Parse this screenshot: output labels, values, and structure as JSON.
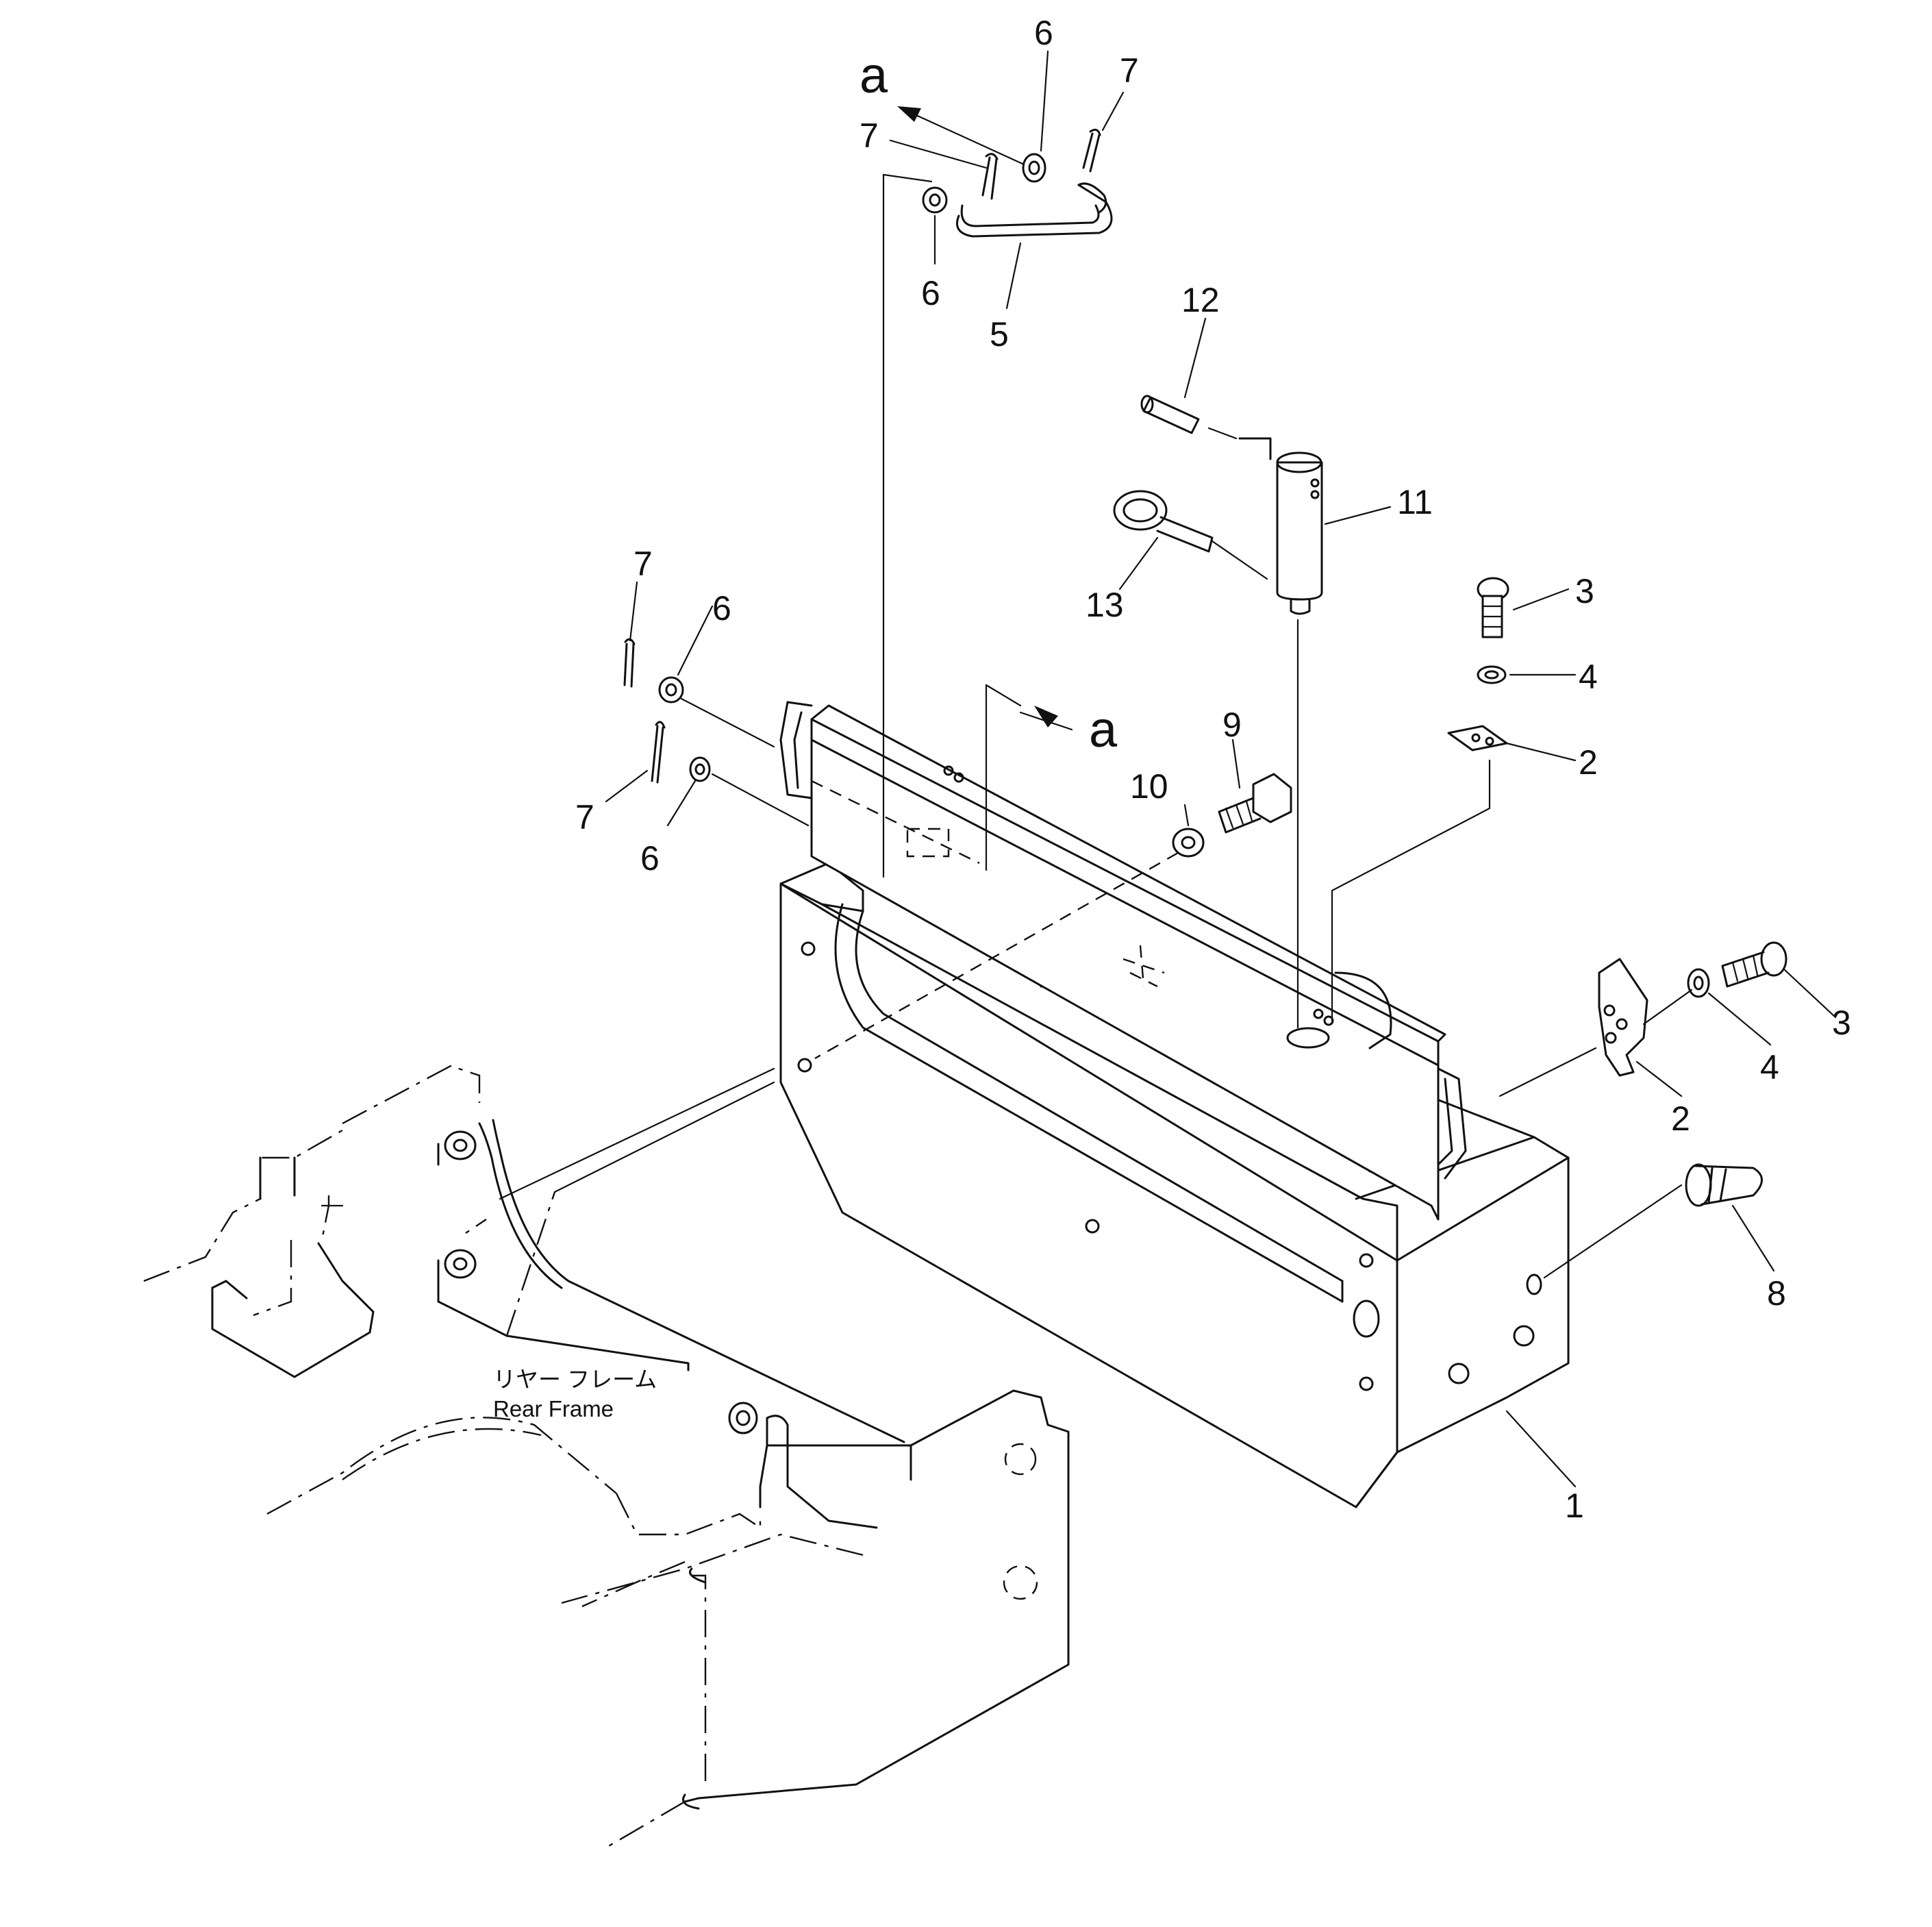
{
  "labels": {
    "l1": "1",
    "l2a": "2",
    "l2b": "2",
    "l3a": "3",
    "l3b": "3",
    "l4a": "4",
    "l4b": "4",
    "l5": "5",
    "l6a": "6",
    "l6b": "6",
    "l6c": "6",
    "l6d": "6",
    "l7a": "7",
    "l7b": "7",
    "l7c": "7",
    "l7d": "7",
    "l8": "8",
    "l9": "9",
    "l10": "10",
    "l11": "11",
    "l12": "12",
    "l13": "13",
    "la1": "a",
    "la2": "a"
  },
  "rear_frame": {
    "jp": "リヤー フレーム",
    "en": "Rear Frame"
  }
}
